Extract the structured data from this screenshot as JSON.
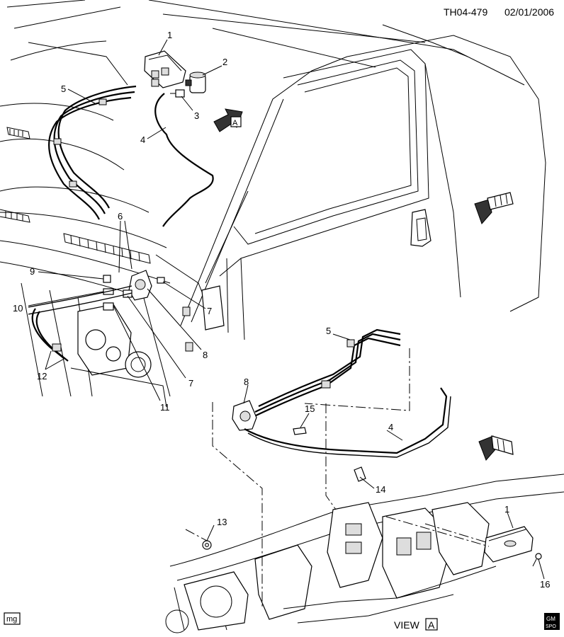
{
  "header": {
    "figure_id": "TH04-479",
    "date": "02/01/2006"
  },
  "view_label": {
    "text": "VIEW",
    "letter": "A"
  },
  "view_arrow_letter": "A",
  "footer": {
    "left_tag": "mg",
    "logo_top": "GM",
    "logo_bottom": "SPO"
  },
  "callouts": [
    {
      "id": "c1",
      "text": "1"
    },
    {
      "id": "c2",
      "text": "2"
    },
    {
      "id": "c3",
      "text": "3"
    },
    {
      "id": "c4",
      "text": "4"
    },
    {
      "id": "c5",
      "text": "5"
    },
    {
      "id": "c6",
      "text": "6"
    },
    {
      "id": "c7a",
      "text": "7"
    },
    {
      "id": "c7b",
      "text": "7"
    },
    {
      "id": "c8",
      "text": "8"
    },
    {
      "id": "c9",
      "text": "9"
    },
    {
      "id": "c10",
      "text": "10"
    },
    {
      "id": "c11",
      "text": "11"
    },
    {
      "id": "c12",
      "text": "12"
    },
    {
      "id": "d5",
      "text": "5"
    },
    {
      "id": "d8",
      "text": "8"
    },
    {
      "id": "d15",
      "text": "15"
    },
    {
      "id": "d4",
      "text": "4"
    },
    {
      "id": "d14",
      "text": "14"
    },
    {
      "id": "d13",
      "text": "13"
    },
    {
      "id": "d1",
      "text": "1"
    },
    {
      "id": "d16",
      "text": "16"
    }
  ]
}
